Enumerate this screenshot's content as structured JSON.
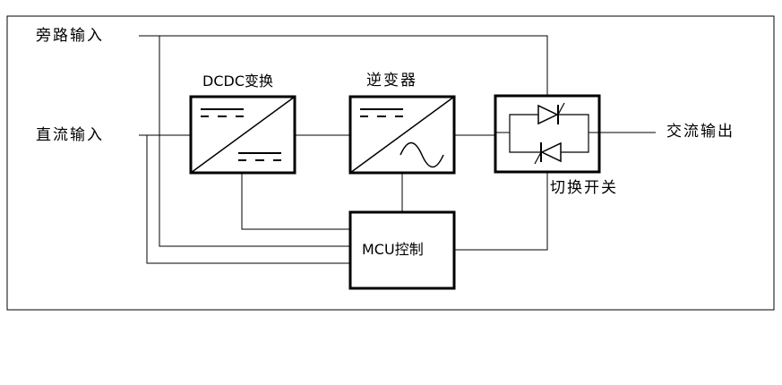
{
  "labels": {
    "bypass_input": "旁路输入",
    "dc_input": "直流输入",
    "ac_output": "交流输出",
    "dcdc": "DCDC变换",
    "inverter": "逆变器",
    "switch": "切换开关",
    "mcu": "MCU控制"
  }
}
